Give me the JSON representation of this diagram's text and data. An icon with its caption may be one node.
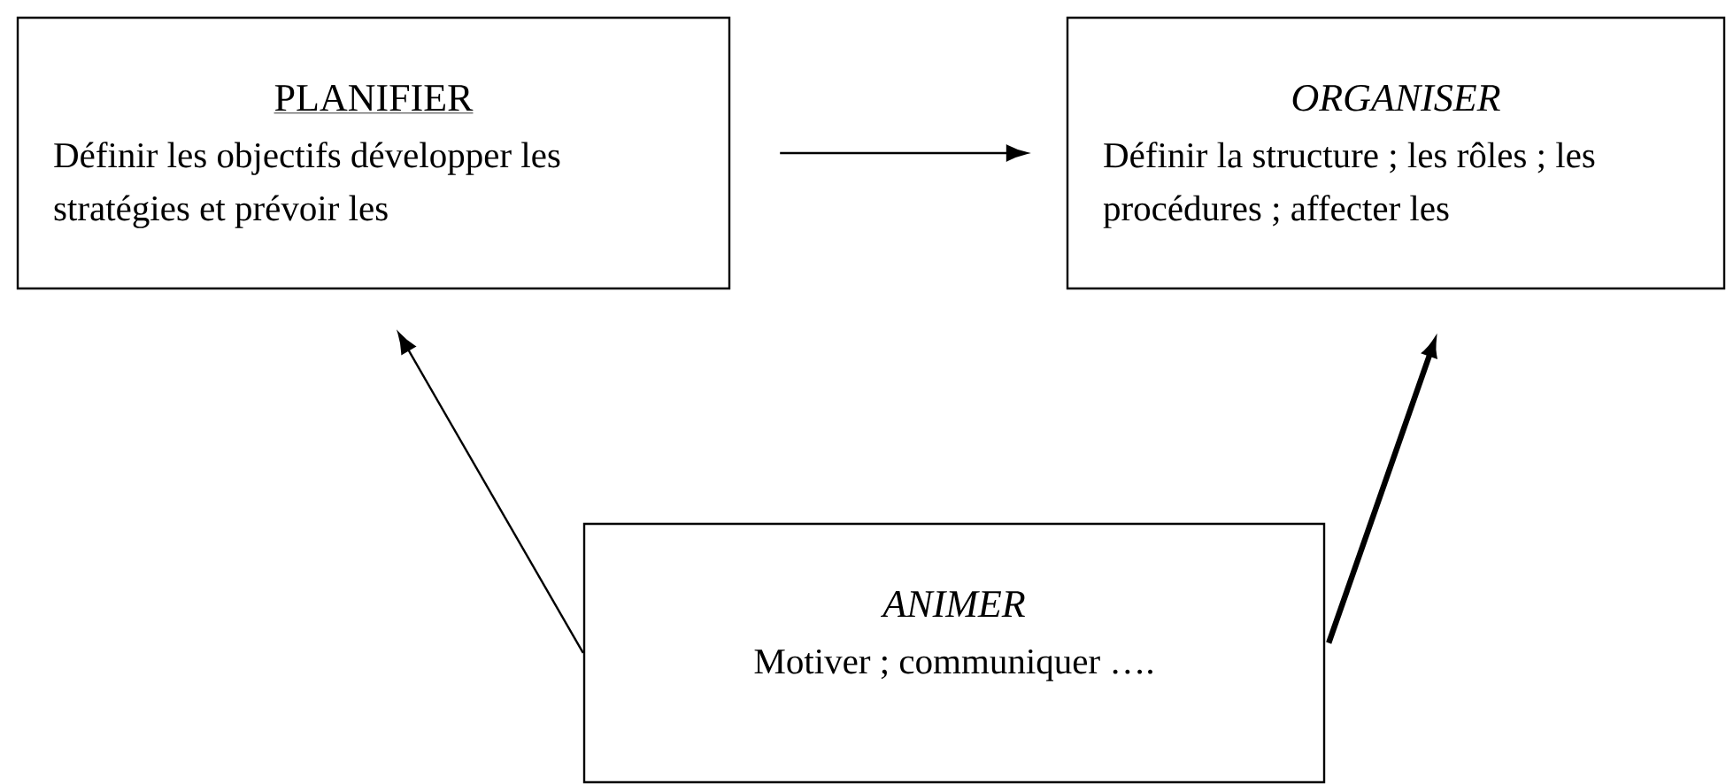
{
  "diagram": {
    "nodes": [
      {
        "text": [
          "PLANIFIER",
          "Définir les objectifs développer les stratégies et prévoir les"
        ]
      },
      {
        "text": [
          "ORGANISER",
          "Définir la structure ; les rôles ; les procédures ; affecter les"
        ]
      },
      {
        "text": [
          "ANIMER",
          "Motiver ; communiquer …."
        ]
      }
    ],
    "edges": [
      {
        "from": 0,
        "to": 1,
        "arrow": "to"
      },
      {
        "from": 2,
        "to": 0,
        "arrow": "to"
      },
      {
        "from": 2,
        "to": 1,
        "arrow": "to",
        "style": "thick"
      }
    ]
  }
}
